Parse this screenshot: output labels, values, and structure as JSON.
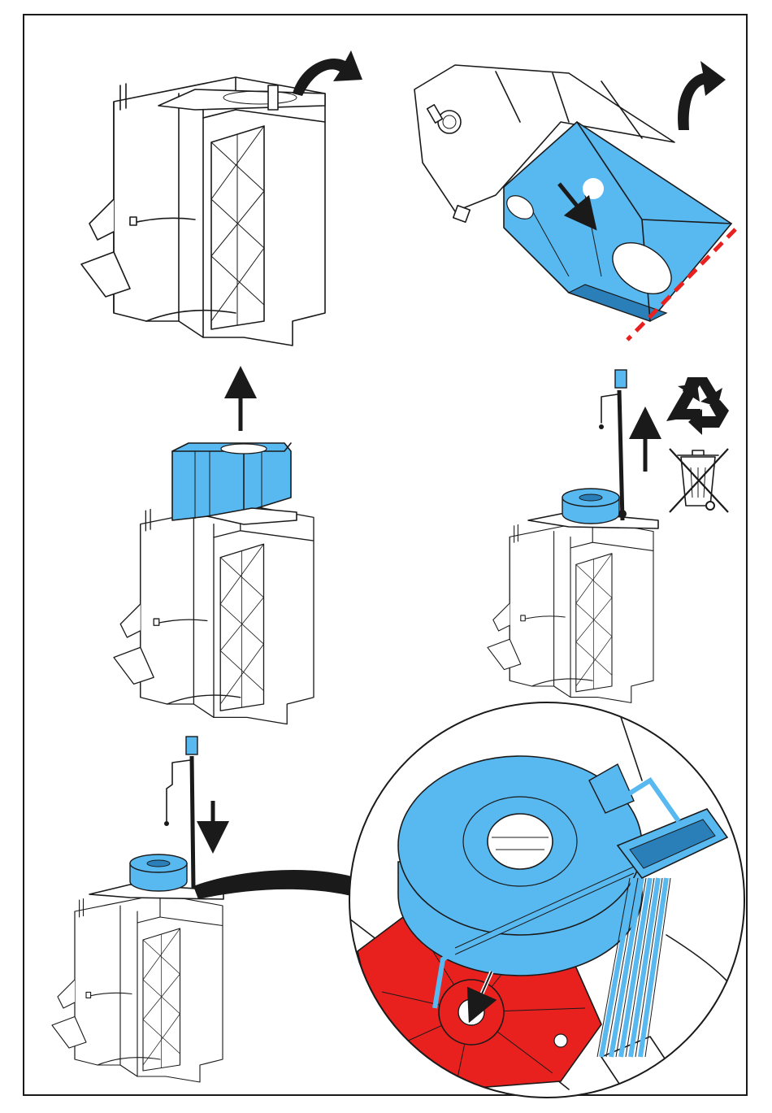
{
  "colors": {
    "frame": "#1a1a1a",
    "part_blue": "#58b8f0",
    "part_blue_dark": "#2a7fb8",
    "part_red": "#e8201e",
    "cut_line": "#e8201e",
    "arrow": "#1a1a1a",
    "background": "#ffffff"
  },
  "panels": [
    {
      "id": "step-1",
      "icons": [
        "rotate-arrow-icon"
      ]
    },
    {
      "id": "step-2",
      "icons": [
        "rotate-arrow-icon",
        "slide-arrow-icon",
        "marker-dot-icon",
        "cut-line-icon"
      ]
    },
    {
      "id": "step-3",
      "icons": [
        "up-arrow-icon"
      ]
    },
    {
      "id": "step-4",
      "icons": [
        "up-arrow-icon",
        "recycle-icon",
        "crossed-bin-icon"
      ]
    },
    {
      "id": "step-5",
      "icons": [
        "down-arrow-icon",
        "magnifier-callout",
        "insert-arrow-icon"
      ]
    }
  ]
}
